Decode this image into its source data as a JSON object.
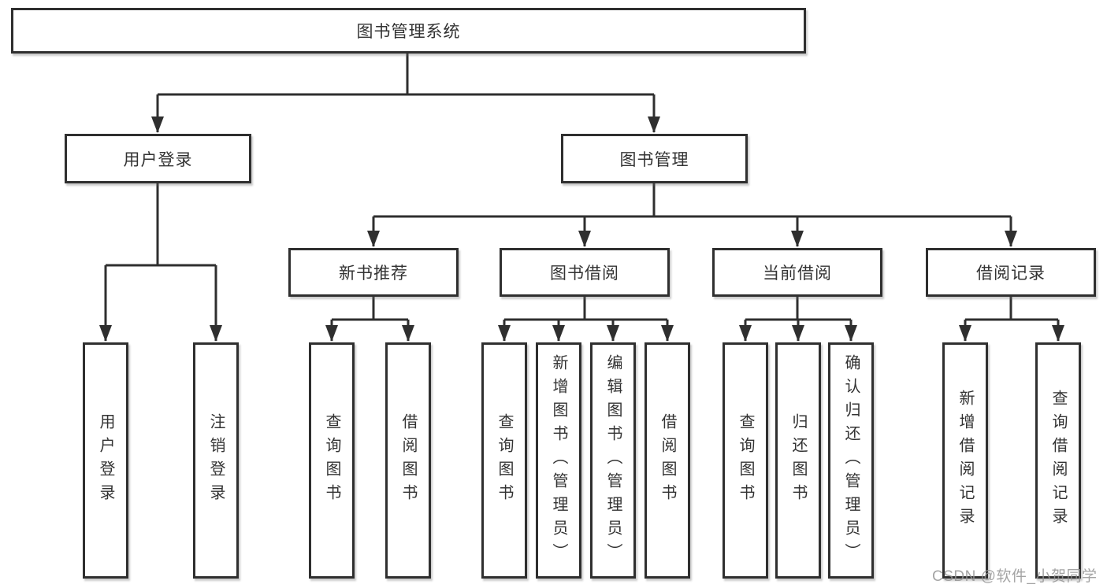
{
  "tree": {
    "root": "图书管理系统",
    "login": {
      "label": "用户登录",
      "children": [
        "用户登录",
        "注销登录"
      ]
    },
    "management": {
      "label": "图书管理",
      "groups": [
        {
          "label": "新书推荐",
          "children": [
            "查询图书",
            "借阅图书"
          ]
        },
        {
          "label": "图书借阅",
          "children": [
            "查询图书",
            "新增图书（管理员）",
            "编辑图书（管理员）",
            "借阅图书"
          ]
        },
        {
          "label": "当前借阅",
          "children": [
            "查询图书",
            "归还图书",
            "确认归还（管理员）"
          ]
        },
        {
          "label": "借阅记录",
          "children": [
            "新增借阅记录",
            "查询借阅记录"
          ]
        }
      ]
    }
  },
  "watermark": {
    "text": "CSDN @软件_小贺同学"
  },
  "colors": {
    "line": "#2f2f2f",
    "box_border": "#2f2f2f",
    "box_fill": "#ffffff",
    "text": "#333333",
    "watermark": "#949494"
  }
}
